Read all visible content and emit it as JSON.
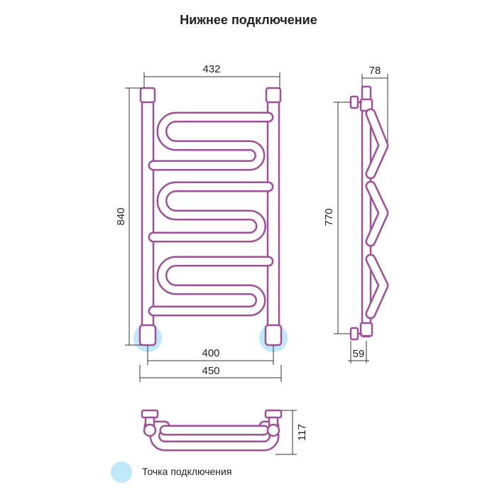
{
  "title": "Нижнее подключение",
  "dimensions": {
    "width_top": "432",
    "height_total": "840",
    "depth": "78",
    "axis_height": "770",
    "axis_distance": "400",
    "width_total": "450",
    "wall_offset": "59",
    "bottom_depth": "117"
  },
  "legend": {
    "label": "Точка подключения"
  },
  "colors": {
    "tube": "#a0509a",
    "connection_point": "#bfe8f8",
    "dimension_line": "#333333"
  }
}
